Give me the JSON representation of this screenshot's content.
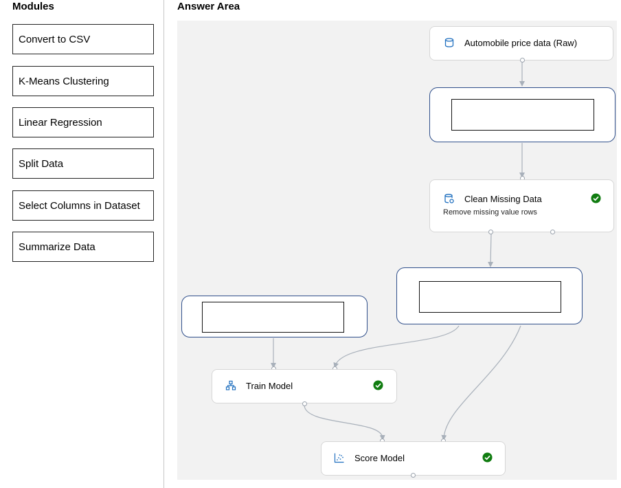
{
  "modules_panel": {
    "heading": "Modules",
    "items": [
      {
        "label": "Convert to CSV"
      },
      {
        "label": "K-Means Clustering"
      },
      {
        "label": "Linear Regression"
      },
      {
        "label": "Split Data"
      },
      {
        "label": "Select Columns in Dataset"
      },
      {
        "label": "Summarize Data"
      }
    ]
  },
  "answer_area": {
    "heading": "Answer Area",
    "nodes": {
      "dataset": {
        "title": "Automobile price data (Raw)",
        "icon": "database-icon"
      },
      "clean": {
        "title": "Clean Missing Data",
        "subtitle": "Remove missing value rows",
        "icon": "clean-data-icon",
        "status": "completed"
      },
      "train": {
        "title": "Train Model",
        "icon": "train-model-icon",
        "status": "completed"
      },
      "score": {
        "title": "Score Model",
        "icon": "score-model-icon",
        "status": "completed"
      }
    }
  },
  "colors": {
    "drop_border": "#2e4e8a",
    "check": "#107c10",
    "icon": "#1f6fbf",
    "canvas": "#f2f2f2",
    "connector": "#a8b0ba"
  }
}
